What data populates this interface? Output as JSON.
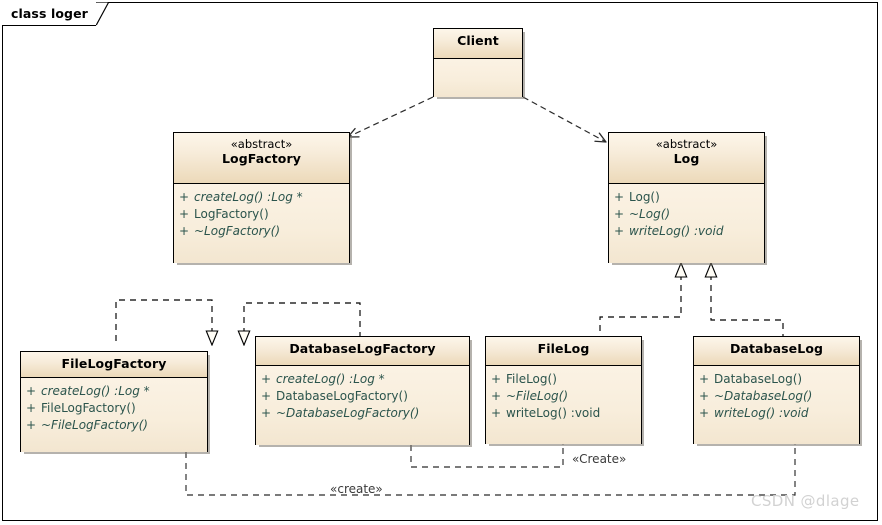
{
  "diagram": {
    "title": "class loger",
    "watermark": "CSDN @dlage",
    "colors": {
      "box_fill": "#f6ead5",
      "box_header_top": "#fdf6ea",
      "box_header_bottom": "#ecd9b9",
      "border": "#000000",
      "member_text": "#2b544c",
      "edge_label_text": "#3a3a3a",
      "watermark_text": "#d2d2d2"
    }
  },
  "classes": {
    "client": {
      "name": "Client",
      "stereotype": "",
      "members": []
    },
    "log_factory": {
      "name": "LogFactory",
      "stereotype": "«abstract»",
      "members": [
        {
          "visibility": "+",
          "signature": "createLog()  :Log *",
          "italic": true
        },
        {
          "visibility": "+",
          "signature": "LogFactory()",
          "italic": false
        },
        {
          "visibility": "+",
          "signature": "~LogFactory()",
          "italic": true
        }
      ]
    },
    "log": {
      "name": "Log",
      "stereotype": "«abstract»",
      "members": [
        {
          "visibility": "+",
          "signature": "Log()",
          "italic": false
        },
        {
          "visibility": "+",
          "signature": "~Log()",
          "italic": true
        },
        {
          "visibility": "+",
          "signature": "writeLog()  :void",
          "italic": true
        }
      ]
    },
    "file_log_factory": {
      "name": "FileLogFactory",
      "stereotype": "",
      "members": [
        {
          "visibility": "+",
          "signature": "createLog()  :Log *",
          "italic": true
        },
        {
          "visibility": "+",
          "signature": "FileLogFactory()",
          "italic": false
        },
        {
          "visibility": "+",
          "signature": "~FileLogFactory()",
          "italic": true
        }
      ]
    },
    "database_log_factory": {
      "name": "DatabaseLogFactory",
      "stereotype": "",
      "members": [
        {
          "visibility": "+",
          "signature": "createLog()  :Log *",
          "italic": true
        },
        {
          "visibility": "+",
          "signature": "DatabaseLogFactory()",
          "italic": false
        },
        {
          "visibility": "+",
          "signature": "~DatabaseLogFactory()",
          "italic": true
        }
      ]
    },
    "file_log": {
      "name": "FileLog",
      "stereotype": "",
      "members": [
        {
          "visibility": "+",
          "signature": "FileLog()",
          "italic": false
        },
        {
          "visibility": "+",
          "signature": "~FileLog()",
          "italic": true
        },
        {
          "visibility": "+",
          "signature": "writeLog()  :void",
          "italic": false
        }
      ]
    },
    "database_log": {
      "name": "DatabaseLog",
      "stereotype": "",
      "members": [
        {
          "visibility": "+",
          "signature": "DatabaseLog()",
          "italic": false
        },
        {
          "visibility": "+",
          "signature": "~DatabaseLog()",
          "italic": true
        },
        {
          "visibility": "+",
          "signature": "writeLog()  :void",
          "italic": true
        }
      ]
    }
  },
  "edges": [
    {
      "id": "client-to-logfactory",
      "from": "Client",
      "to": "LogFactory",
      "kind": "dependency",
      "label": ""
    },
    {
      "id": "client-to-log",
      "from": "Client",
      "to": "Log",
      "kind": "dependency",
      "label": ""
    },
    {
      "id": "filelogfactory-impl",
      "from": "FileLogFactory",
      "to": "LogFactory",
      "kind": "realization",
      "label": ""
    },
    {
      "id": "databaselogfactory-impl",
      "from": "DatabaseLogFactory",
      "to": "LogFactory",
      "kind": "realization",
      "label": ""
    },
    {
      "id": "filelog-impl",
      "from": "FileLog",
      "to": "Log",
      "kind": "realization",
      "label": ""
    },
    {
      "id": "databaselog-impl",
      "from": "DatabaseLog",
      "to": "Log",
      "kind": "realization",
      "label": ""
    },
    {
      "id": "dblogfactory-creates-filelog",
      "from": "DatabaseLogFactory",
      "to": "FileLog",
      "kind": "realization",
      "label": "«Create»"
    },
    {
      "id": "filelogfactory-creates-dblog",
      "from": "FileLogFactory",
      "to": "DatabaseLog",
      "kind": "realization",
      "label": "«create»"
    }
  ],
  "edge_labels": {
    "create_upper": "«Create»",
    "create_lower": "«create»"
  }
}
